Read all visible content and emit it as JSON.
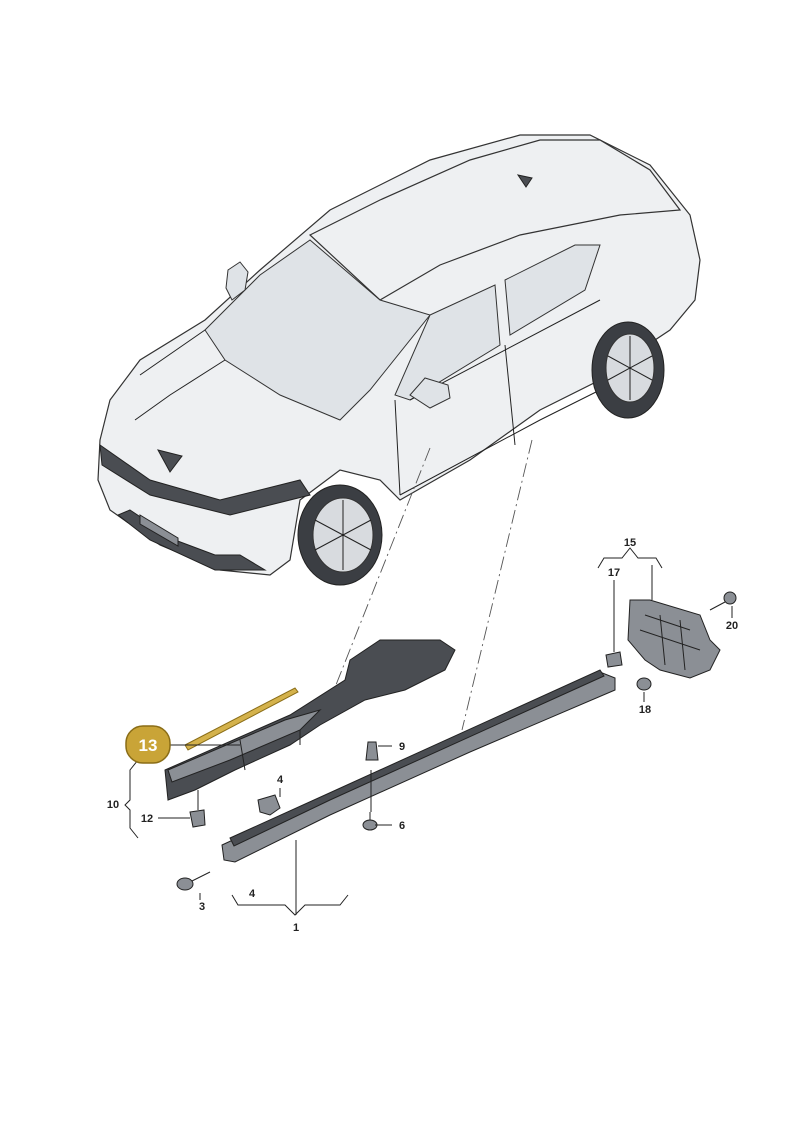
{
  "labels": {
    "l1": "1",
    "l3": "3",
    "l4a": "4",
    "l4b": "4",
    "l6": "6",
    "l9": "9",
    "l10": "10",
    "l12": "12",
    "l15": "15",
    "l17": "17",
    "l18": "18",
    "l20": "20"
  },
  "callout": {
    "number": "13"
  },
  "colors": {
    "callout_fill": "#c9a437",
    "callout_border": "#8a6d17",
    "highlight_strip": "#d4b24c"
  }
}
